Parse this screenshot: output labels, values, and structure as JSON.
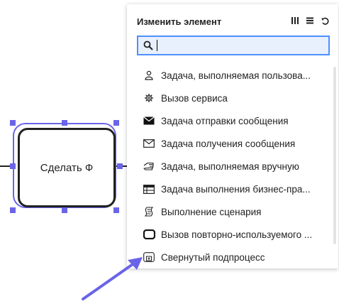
{
  "diagram": {
    "task_label": "Сделать Ф",
    "selection_color": "#6a64e8"
  },
  "panel": {
    "title": "Изменить элемент",
    "header_icons": [
      "columns-icon",
      "list-menu-icon",
      "undo-icon"
    ],
    "search": {
      "value": "",
      "placeholder": ""
    },
    "items": [
      {
        "icon": "user-task-icon",
        "label": "Задача, выполняемая пользова..."
      },
      {
        "icon": "service-task-icon",
        "label": "Вызов сервиса"
      },
      {
        "icon": "send-message-icon",
        "label": "Задача отправки сообщения"
      },
      {
        "icon": "receive-message-icon",
        "label": "Задача получения сообщения"
      },
      {
        "icon": "manual-task-icon",
        "label": "Задача, выполняемая вручную"
      },
      {
        "icon": "business-rule-icon",
        "label": "Задача выполнения бизнес-пра..."
      },
      {
        "icon": "script-task-icon",
        "label": "Выполнение сценария"
      },
      {
        "icon": "call-activity-icon",
        "label": "Вызов повторно-используемого ..."
      },
      {
        "icon": "collapsed-subprocess-icon",
        "label": "Свернутый подпроцесс"
      }
    ]
  },
  "colors": {
    "accent": "#6a64e8",
    "search_border": "#4d90fe",
    "search_bg": "#e8f0fe"
  }
}
